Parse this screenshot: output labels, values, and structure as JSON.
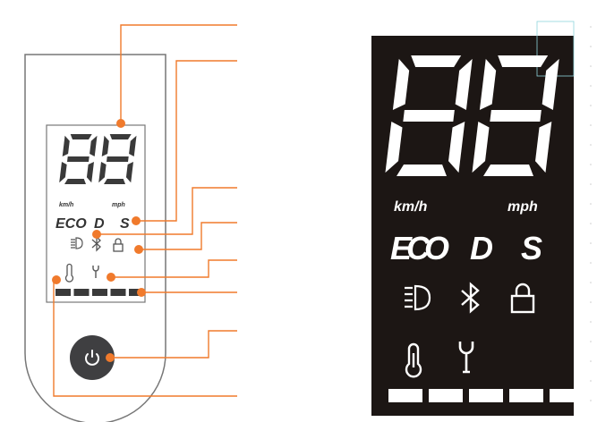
{
  "colors": {
    "accent": "#f07a2c",
    "display_bg": "#1c1614",
    "segment_on": "#ffffff",
    "outline": "#6b6b6b",
    "segment_dark": "#3a3a3a"
  },
  "display": {
    "digits": "88",
    "unit_kmh": "km/h",
    "unit_mph": "mph",
    "mode_eco": "ECO",
    "mode_d": "D",
    "mode_s": "S"
  },
  "icons": [
    "headlight-icon",
    "bluetooth-icon",
    "lock-icon",
    "thermometer-icon",
    "wrench-icon",
    "power-icon"
  ],
  "battery_bars": 5
}
